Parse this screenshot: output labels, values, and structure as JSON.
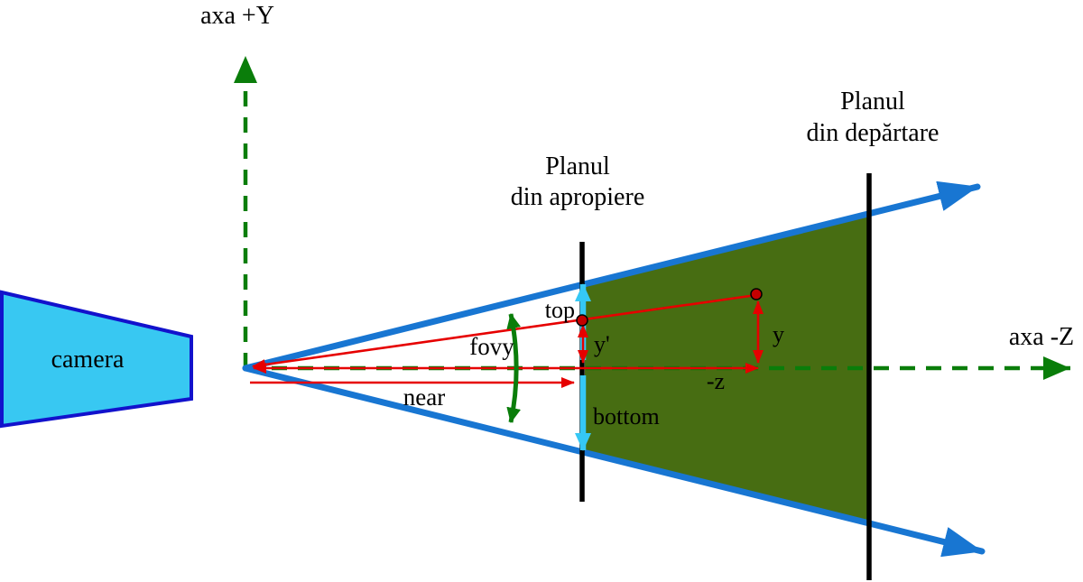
{
  "colors": {
    "axis_green": "#0a7d0a",
    "frustum_blue": "#1876d2",
    "camera_fill": "#38c8f2",
    "camera_border": "#1212cc",
    "frustum_fill": "#476d12",
    "highlight_red": "#e60000",
    "arrow_cyan": "#35c8f5",
    "plane_black": "#000000"
  },
  "diagram": {
    "y_axis_label": "axa +Y",
    "z_axis_label": "axa -Z",
    "camera_label": "camera",
    "near_plane_title_line1": "Planul",
    "near_plane_title_line2": "din apropiere",
    "far_plane_title_line1": "Planul",
    "far_plane_title_line2": "din depărtare",
    "top_label": "top",
    "bottom_label": "bottom",
    "fovy_label": "fovy",
    "near_label": "near",
    "y_label": "y",
    "y_prime_label": "y'",
    "minus_z_label": "-z"
  }
}
